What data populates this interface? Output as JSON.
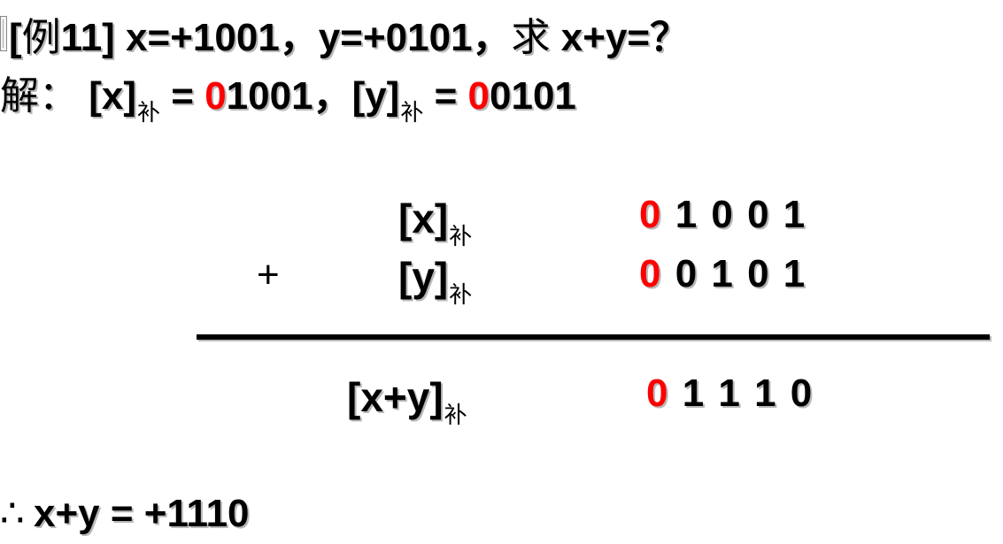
{
  "title": {
    "prefix": "[",
    "example_word": "例",
    "example_rest": "11] x=+1001，y=+0101，",
    "qiu": "求",
    "question": " x+y=？"
  },
  "solution": {
    "jie": "解",
    "colon": "：",
    "x_open": "[x]",
    "bu": "补",
    "eq1": " = ",
    "x_sign": "0",
    "x_rest": "1001，",
    "y_open": "[y]",
    "eq2": " = ",
    "y_sign": "0",
    "y_rest": "0101"
  },
  "addition": {
    "row_x": {
      "label": "[x]",
      "sub": "补",
      "sign_bit": "0",
      "bits": " 1 0 0 1"
    },
    "plus": "+",
    "row_y": {
      "label": "[y]",
      "sub": "补",
      "sign_bit": "0",
      "bits": " 0 1 0 1"
    },
    "row_sum": {
      "label": "[x+y]",
      "sub": "补",
      "sign_bit": "0",
      "bits": " 1 1 1 0"
    }
  },
  "conclusion": {
    "therefore": "∴",
    "text": "x+y = +1110"
  }
}
